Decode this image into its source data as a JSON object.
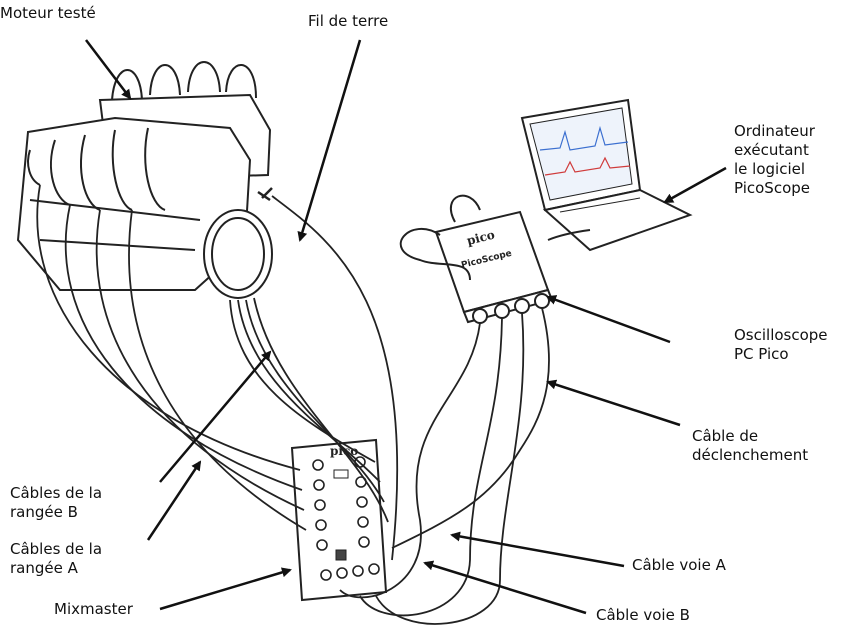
{
  "labels": {
    "engine": "Moteur testé",
    "ground_wire": "Fil de terre",
    "computer": [
      "Ordinateur",
      "exécutant",
      "le logiciel",
      "PicoScope"
    ],
    "oscilloscope": [
      "Oscilloscope",
      "PC Pico"
    ],
    "trigger_cable": [
      "Câble de",
      "déclenchement"
    ],
    "row_b_cables": [
      "Câbles de la",
      "rangée B"
    ],
    "row_a_cables": [
      "Câbles de la",
      "rangée A"
    ],
    "mixmaster": "Mixmaster",
    "channel_a_cable": "Câble voie A",
    "channel_b_cable": "Câble voie B"
  },
  "device_text": {
    "scope_brand": "pico",
    "scope_model": "PicoScope",
    "mixmaster_brand": "pico"
  }
}
